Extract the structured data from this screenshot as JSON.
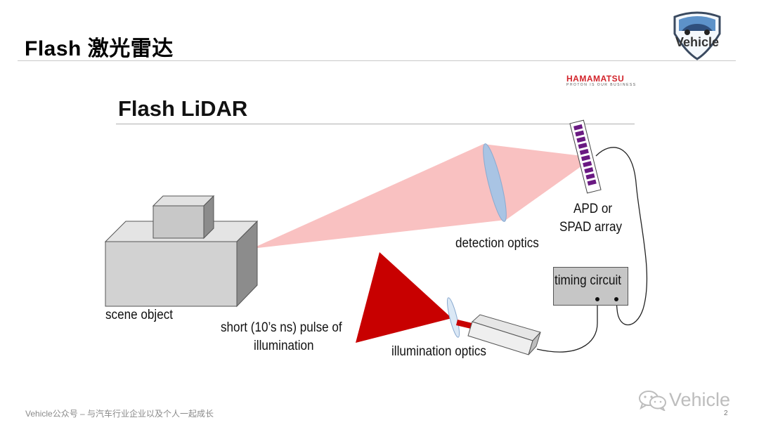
{
  "slide": {
    "title": "Flash 激光雷达",
    "page_number": "2"
  },
  "logo": {
    "text": "Vehicle"
  },
  "source_logo": {
    "name": "HAMAMATSU",
    "tagline": "PHOTON IS OUR BUSINESS"
  },
  "figure": {
    "heading": "Flash LiDAR",
    "labels": {
      "scene_object": "scene object",
      "pulse_line1": "short (10’s ns) pulse of",
      "pulse_line2": "illumination",
      "illumination_optics": "illumination optics",
      "detection_optics": "detection optics",
      "apd_line1": "APD or",
      "apd_line2": "SPAD array",
      "timing_circuit": "timing circuit"
    }
  },
  "footer": {
    "left_text": "Vehicle公众号 – 与汽车行业企业以及个人一起成长",
    "brand": "Vehicle"
  },
  "colors": {
    "beam": "#f9c1c1",
    "pulse": "#c80000",
    "lens": "#a9c4e4",
    "apd_array": "#6a1a82",
    "object_gray": "#d2d2d2",
    "logo_red": "#d2232a"
  },
  "icons": [
    "vehicle-logo-icon",
    "wechat-icon"
  ]
}
